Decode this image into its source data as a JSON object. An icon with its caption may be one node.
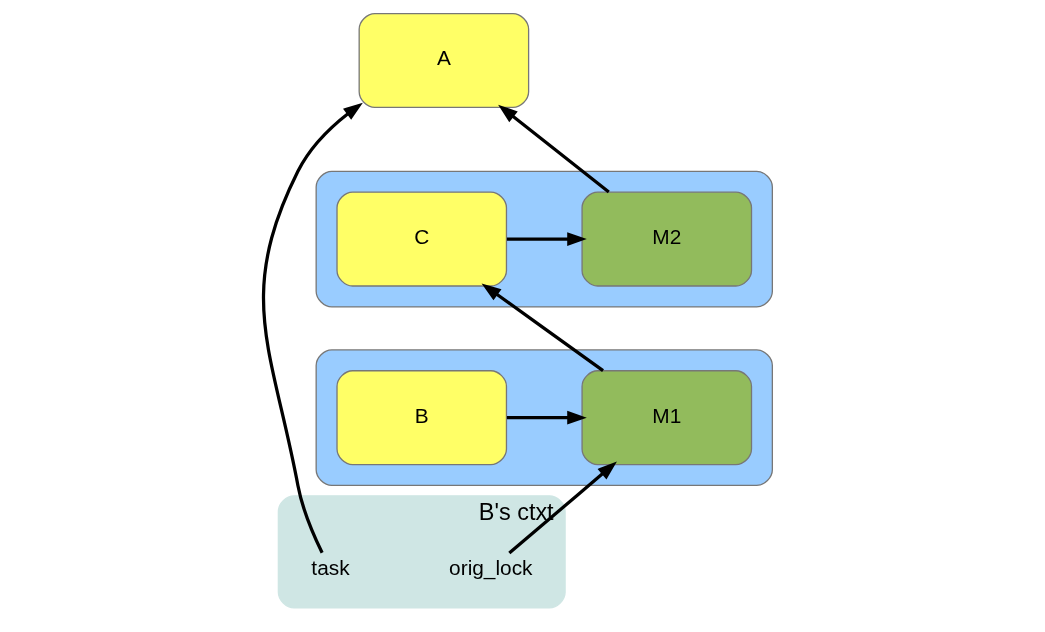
{
  "diagram": {
    "nodes": [
      {
        "text": [
          "A"
        ]
      },
      {
        "text": [],
        "shape": "box"
      },
      {
        "text": [
          "C"
        ],
        "in": 1
      },
      {
        "text": [
          "M2"
        ],
        "in": 1
      },
      {
        "text": [],
        "shape": "box"
      },
      {
        "text": [
          "B"
        ],
        "in": 4
      },
      {
        "text": [
          "M1"
        ],
        "in": 4
      },
      {
        "text": [
          "B's ctxt"
        ]
      },
      {
        "text": [
          "task"
        ],
        "in": 7
      },
      {
        "text": [
          "orig_lock"
        ],
        "in": 7
      }
    ],
    "edges": [
      {
        "from": 8,
        "to": 0,
        "arrow": "to"
      },
      {
        "from": 3,
        "to": 0,
        "arrow": "to"
      },
      {
        "from": 2,
        "to": 3,
        "arrow": "to"
      },
      {
        "from": 6,
        "to": 2,
        "arrow": "to"
      },
      {
        "from": 5,
        "to": 6,
        "arrow": "to"
      },
      {
        "from": 9,
        "to": 6,
        "arrow": "to"
      }
    ]
  }
}
